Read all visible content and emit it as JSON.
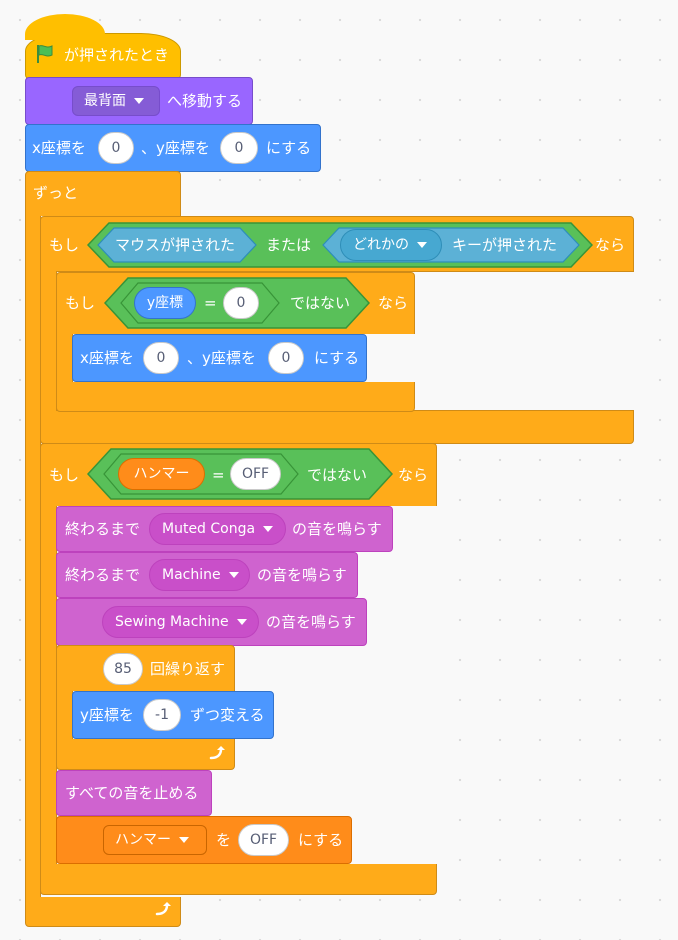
{
  "event": {
    "label": "が押されたとき"
  },
  "go_back": {
    "menu": "最背面",
    "label": "へ移動する"
  },
  "goto1": {
    "x_label": "x座標を",
    "x": "0",
    "mid": "、y座標を",
    "y": "0",
    "end": "にする"
  },
  "forever": {
    "label": "ずっと"
  },
  "if1": {
    "if": "もし",
    "then": "なら",
    "cond_left": "マウスが押された",
    "or": "または",
    "key_menu": "どれかの",
    "key_label": "キーが押された"
  },
  "if2": {
    "if": "もし",
    "reporter": "y座標",
    "eq": "=",
    "value": "0",
    "not": "ではない",
    "then": "なら"
  },
  "goto2": {
    "x_label": "x座標を",
    "x": "0",
    "mid": "、y座標を",
    "y": "0",
    "end": "にする"
  },
  "if3": {
    "if": "もし",
    "variable": "ハンマー",
    "eq": "=",
    "value": "OFF",
    "not": "ではない",
    "then": "なら"
  },
  "sound1": {
    "prefix": "終わるまで",
    "sound": "Muted Conga",
    "suffix": "の音を鳴らす"
  },
  "sound2": {
    "prefix": "終わるまで",
    "sound": "Machine",
    "suffix": "の音を鳴らす"
  },
  "sound3": {
    "sound": "Sewing Machine",
    "suffix": "の音を鳴らす"
  },
  "repeat": {
    "count": "85",
    "label": "回繰り返す"
  },
  "change_y": {
    "label": "y座標を",
    "value": "-1",
    "end": "ずつ変える"
  },
  "stop_sounds": {
    "label": "すべての音を止める"
  },
  "set_var": {
    "variable": "ハンマー",
    "to": "を",
    "value": "OFF",
    "end": "にする"
  },
  "colors": {
    "events": "#ffbf00",
    "control": "#ffab19",
    "looks": "#9966ff",
    "motion": "#4c97ff",
    "sound": "#cf63cf",
    "operators": "#59c059",
    "sensing": "#5cb1d6",
    "variables": "#ff8c1a"
  }
}
